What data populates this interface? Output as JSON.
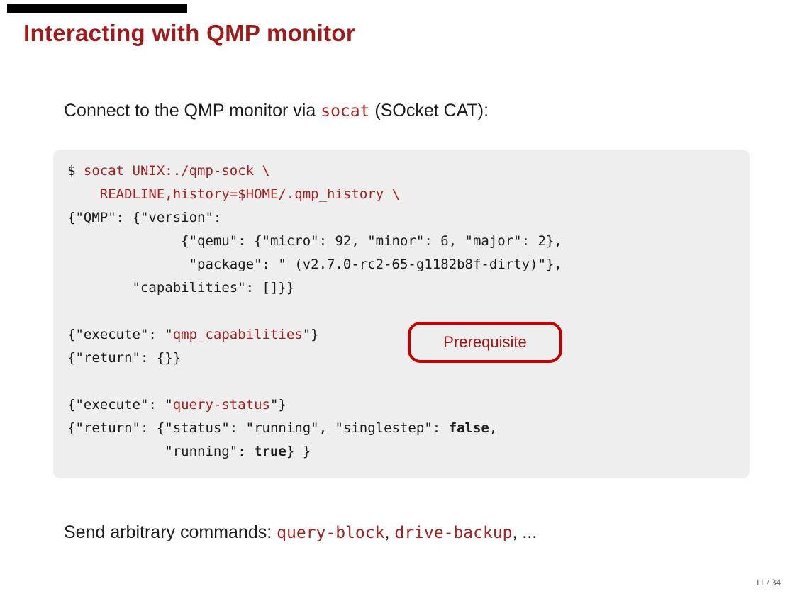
{
  "slide": {
    "title": "Interacting with QMP monitor",
    "intro": {
      "text_before": "Connect to the QMP monitor via ",
      "inline_code": "socat",
      "text_after": " (SOcket CAT):"
    },
    "code_block": {
      "lines": [
        {
          "segments": [
            {
              "text": "$ ",
              "style": "plain"
            },
            {
              "text": "socat UNIX:./qmp-sock \\",
              "style": "highlight"
            }
          ]
        },
        {
          "segments": [
            {
              "text": "    ",
              "style": "plain"
            },
            {
              "text": "READLINE,history=$HOME/.qmp_history \\",
              "style": "highlight"
            }
          ]
        },
        {
          "segments": [
            {
              "text": "{\"QMP\": {\"version\":",
              "style": "plain"
            }
          ]
        },
        {
          "segments": [
            {
              "text": "              {\"qemu\": {\"micro\": 92, \"minor\": 6, \"major\": 2},",
              "style": "plain"
            }
          ]
        },
        {
          "segments": [
            {
              "text": "               \"package\": \" (v2.7.0-rc2-65-g1182b8f-dirty)\"},",
              "style": "plain"
            }
          ]
        },
        {
          "segments": [
            {
              "text": "        \"capabilities\": []}}",
              "style": "plain"
            }
          ]
        },
        {
          "segments": []
        },
        {
          "segments": [
            {
              "text": "{\"execute\": \"",
              "style": "plain"
            },
            {
              "text": "qmp_capabilities",
              "style": "highlight"
            },
            {
              "text": "\"}",
              "style": "plain"
            }
          ]
        },
        {
          "segments": [
            {
              "text": "{\"return\": {}}",
              "style": "plain"
            }
          ]
        },
        {
          "segments": []
        },
        {
          "segments": [
            {
              "text": "{\"execute\": \"",
              "style": "plain"
            },
            {
              "text": "query-status",
              "style": "highlight"
            },
            {
              "text": "\"}",
              "style": "plain"
            }
          ]
        },
        {
          "segments": [
            {
              "text": "{\"return\": {\"status\": \"running\", \"singlestep\": ",
              "style": "plain"
            },
            {
              "text": "false",
              "style": "bold"
            },
            {
              "text": ",",
              "style": "plain"
            }
          ]
        },
        {
          "segments": [
            {
              "text": "            \"running\": ",
              "style": "plain"
            },
            {
              "text": "true",
              "style": "bold"
            },
            {
              "text": "} }",
              "style": "plain"
            }
          ]
        }
      ]
    },
    "badge": {
      "label": "Prerequisite"
    },
    "outro": {
      "text_before": "Send arbitrary commands: ",
      "inline_code_1": "query-block",
      "separator": ", ",
      "inline_code_2": "drive-backup",
      "text_after": ", ..."
    },
    "page_number": "11 / 34",
    "colors": {
      "title_red": "#9e1b1b",
      "code_red": "#a22222",
      "badge_border": "#c40000",
      "badge_text": "#a01515",
      "code_bg": "#eeeeee",
      "body_text": "#1c1c1c",
      "top_bar": "#000000",
      "page_number": "#555555"
    }
  }
}
